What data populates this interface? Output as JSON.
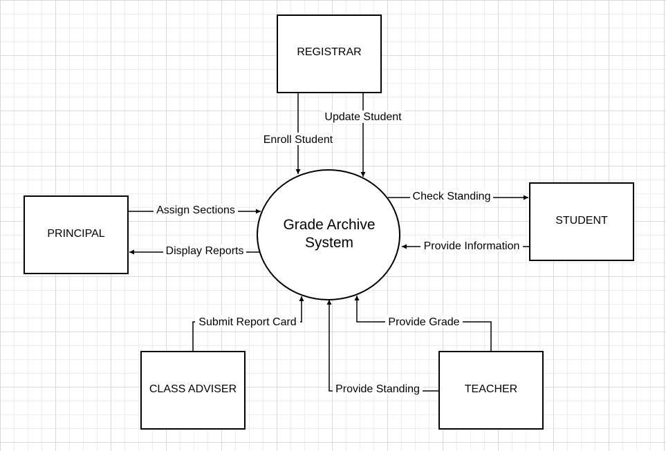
{
  "process": {
    "line1": "Grade Archive",
    "line2": "System"
  },
  "entities": {
    "registrar": "REGISTRAR",
    "principal": "PRINCIPAL",
    "student": "STUDENT",
    "class_adviser": "CLASS ADVISER",
    "teacher": "TEACHER"
  },
  "flows": {
    "enroll_student": "Enroll Student",
    "update_student": "Update Student",
    "assign_sections": "Assign Sections",
    "display_reports": "Display Reports",
    "check_standing": "Check Standing",
    "provide_information": "Provide Information",
    "submit_report_card": "Submit Report Card",
    "provide_standing": "Provide Standing",
    "provide_grade": "Provide Grade"
  },
  "colors": {
    "stroke": "#000000",
    "canvas": "#ffffff",
    "grid": "#d8d8d8"
  }
}
